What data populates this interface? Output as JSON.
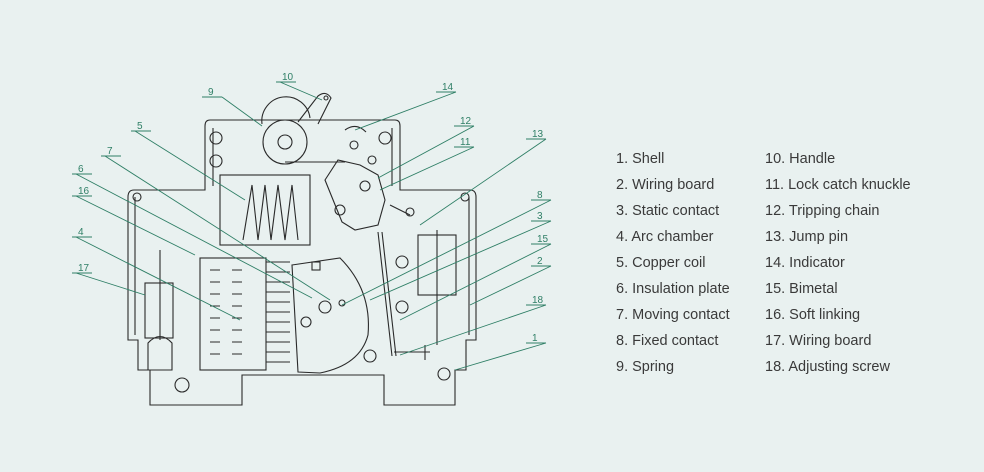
{
  "colors": {
    "background": "#e9f1f0",
    "drawing": "#2a2a2a",
    "leader": "#2f7f66",
    "text": "#3a3a3a"
  },
  "callouts": [
    "1",
    "2",
    "3",
    "4",
    "5",
    "6",
    "7",
    "8",
    "9",
    "10",
    "11",
    "12",
    "13",
    "14",
    "15",
    "16",
    "17",
    "18"
  ],
  "legend": {
    "left": [
      "1. Shell",
      "2. Wiring board",
      "3. Static contact",
      "4. Arc chamber",
      "5. Copper coil",
      "6. Insulation plate",
      "7. Moving contact",
      "8. Fixed contact",
      "9. Spring"
    ],
    "right": [
      "10. Handle",
      "11. Lock catch knuckle",
      "12. Tripping chain",
      "13. Jump pin",
      "14. Indicator",
      "15. Bimetal",
      "16. Soft linking",
      "17. Wiring board",
      "18. Adjusting screw"
    ]
  }
}
